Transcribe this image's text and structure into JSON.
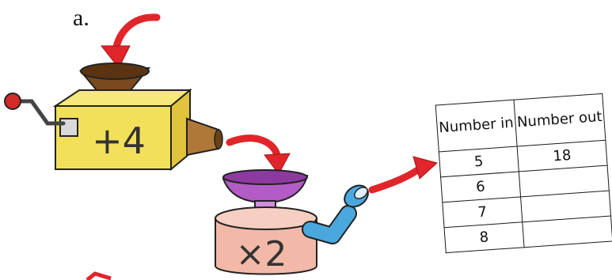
{
  "problem_label": "a.",
  "machines": [
    {
      "operation": "+4",
      "body_color": "#f3e05a",
      "bowl_color": "#7a4a1e",
      "outlet_color": "#b07838"
    },
    {
      "operation": "×2",
      "body_color": "#f2b9a8",
      "bowl_color": "#b35cc6",
      "outlet_color": "#4aa8df"
    }
  ],
  "table": {
    "header_in": "Number in",
    "header_out": "Number out",
    "rows": [
      {
        "in": "5",
        "out": "18"
      },
      {
        "in": "6",
        "out": ""
      },
      {
        "in": "7",
        "out": ""
      },
      {
        "in": "8",
        "out": ""
      }
    ]
  },
  "colors": {
    "arrow": "#e0262a",
    "outline": "#222222"
  }
}
